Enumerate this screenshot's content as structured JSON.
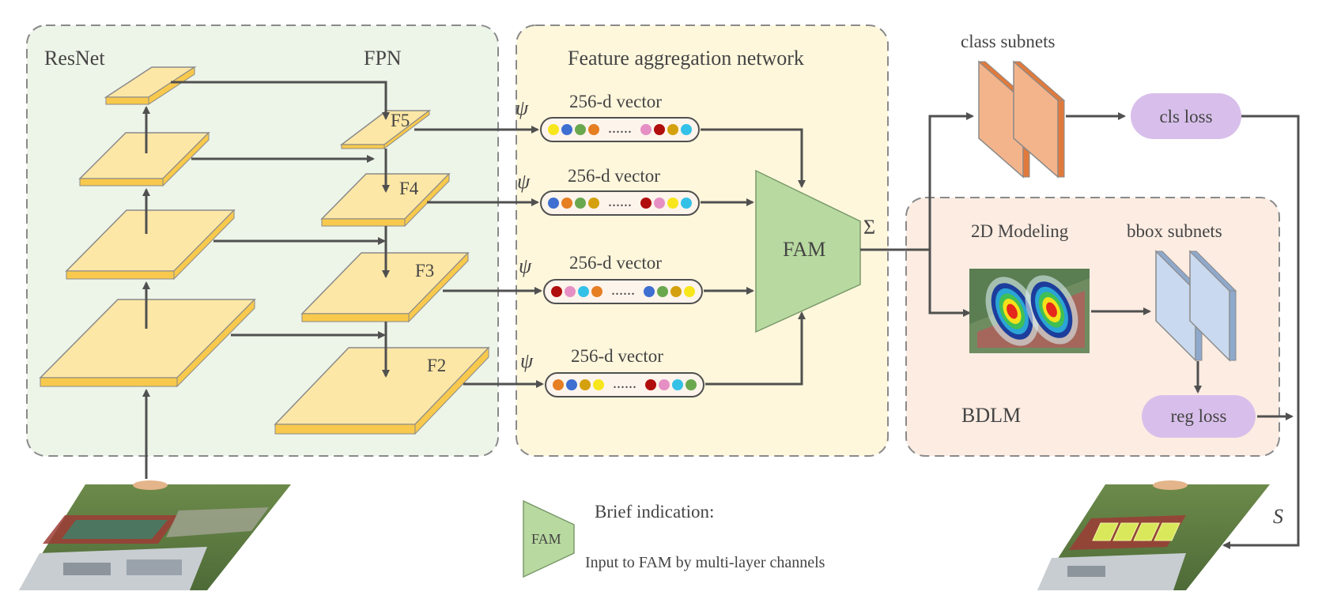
{
  "regions": {
    "resnet": "ResNet",
    "fpn": "FPN",
    "fan": "Feature aggregation network",
    "bdlm": "BDLM"
  },
  "fpn_levels": [
    "F5",
    "F4",
    "F3",
    "F2"
  ],
  "psi_symbol": "ψ",
  "vector_label": "256-d vector",
  "vector_ellipsis": "......",
  "vectors": [
    {
      "left": [
        "#f7e61c",
        "#3e6fd1",
        "#6aa84f",
        "#e67e22"
      ],
      "right": [
        "#e58fc4",
        "#b00d0d",
        "#d4a00d",
        "#33c1e8"
      ]
    },
    {
      "left": [
        "#3e6fd1",
        "#e67e22",
        "#6aa84f",
        "#d4a00d"
      ],
      "right": [
        "#b00d0d",
        "#e58fc4",
        "#f7e61c",
        "#33c1e8"
      ]
    },
    {
      "left": [
        "#b00d0d",
        "#e58fc4",
        "#33c1e8",
        "#e67e22"
      ],
      "right": [
        "#3e6fd1",
        "#6aa84f",
        "#d4a00d",
        "#f7e61c"
      ]
    },
    {
      "left": [
        "#e67e22",
        "#3e6fd1",
        "#d4a00d",
        "#f7e61c"
      ],
      "right": [
        "#b00d0d",
        "#e58fc4",
        "#33c1e8",
        "#6aa84f"
      ]
    }
  ],
  "fam": "FAM",
  "sigma": "Σ",
  "class_subnets": "class subnets",
  "cls_loss": "cls loss",
  "modeling_2d": "2D Modeling",
  "bbox_subnets": "bbox subnets",
  "reg_loss": "reg loss",
  "s_symbol": "S",
  "legend": {
    "title": "Brief indication:",
    "fam_label": "FAM",
    "description": "Input to FAM by multi-layer channels"
  },
  "colors": {
    "resnet_bg": "#edf4e8",
    "fan_bg": "#fff7dc",
    "bdlm_bg": "#fcece2",
    "plate_top": "#fde7a6",
    "plate_side": "#f8c94c",
    "fam_fill": "#b8d9a0",
    "subnet_class": "#f4b48b",
    "subnet_class_edge": "#e07a3c",
    "subnet_bbox": "#c9d9ef",
    "subnet_bbox_edge": "#8fa9cc",
    "loss_pill": "#d8bfeb",
    "arrow": "#505050"
  }
}
